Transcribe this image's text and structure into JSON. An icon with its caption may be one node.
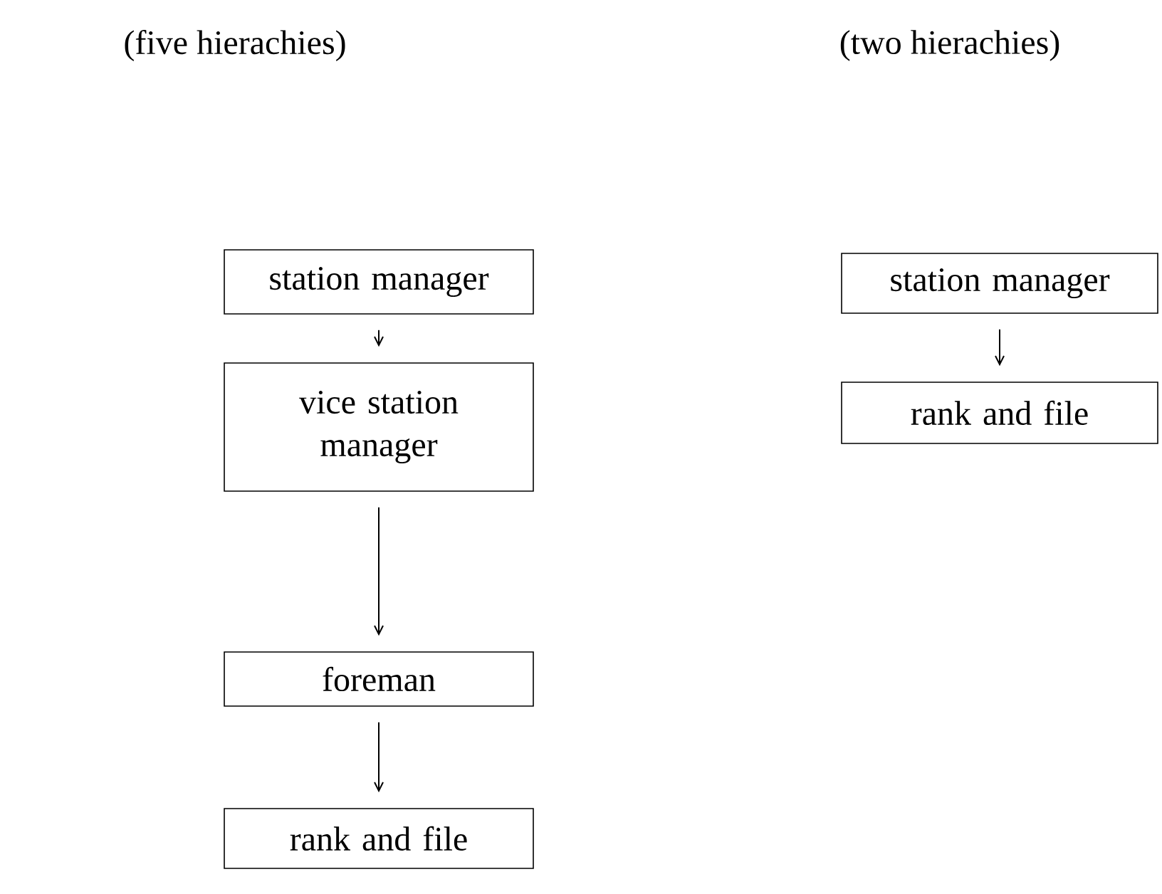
{
  "diagram": {
    "nodes": [
      {
        "text": [
          "station manager"
        ]
      },
      {
        "text": [
          "vice station manager"
        ]
      },
      {
        "text": [
          "foreman"
        ]
      },
      {
        "text": [
          "rank and file"
        ]
      },
      {
        "text": [
          "station manager"
        ]
      },
      {
        "text": [
          "rank and file"
        ]
      }
    ],
    "edges": [
      {
        "from": 0,
        "to": 1,
        "arrow": "to"
      },
      {
        "from": 1,
        "to": 2,
        "arrow": "to"
      },
      {
        "from": 2,
        "to": 3,
        "arrow": "to"
      },
      {
        "from": 4,
        "to": 5,
        "arrow": "to"
      }
    ],
    "labels": [
      "(five hierachies)",
      "(two hierachies)"
    ]
  }
}
